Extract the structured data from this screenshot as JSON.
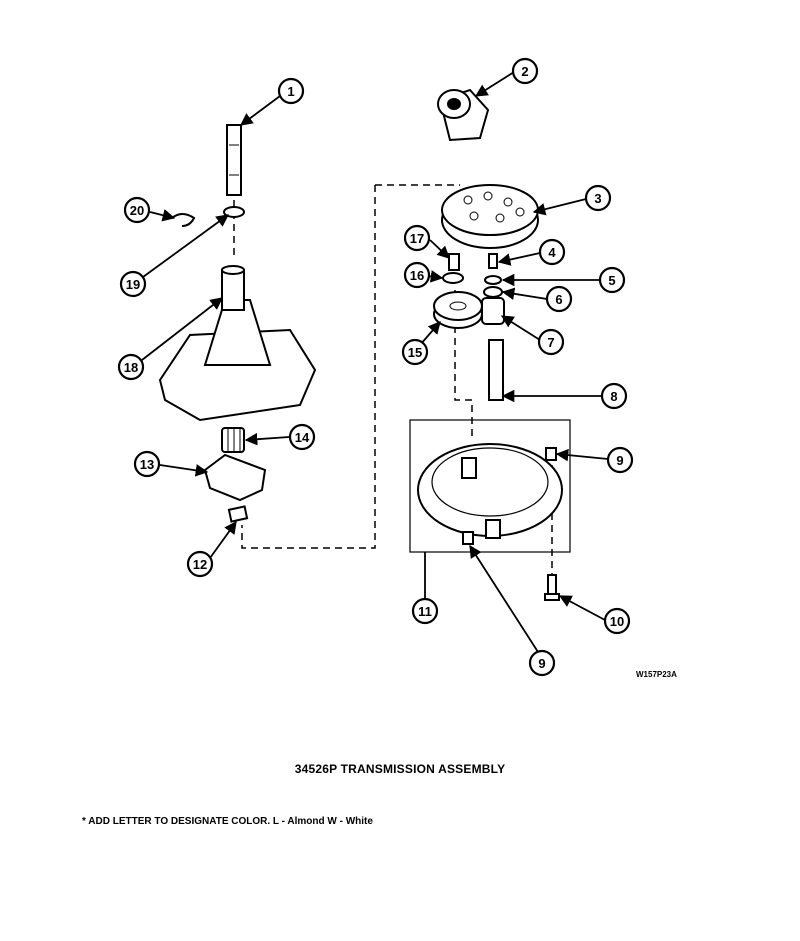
{
  "title": "34526P TRANSMISSION ASSEMBLY",
  "note": "* ADD LETTER TO DESIGNATE COLOR. L - Almond  W - White",
  "drawing_code": "W157P23A",
  "callouts": [
    "1",
    "2",
    "3",
    "4",
    "5",
    "6",
    "7",
    "8",
    "9",
    "10",
    "11",
    "12",
    "13",
    "14",
    "15",
    "16",
    "17",
    "18",
    "19",
    "20",
    "9"
  ]
}
